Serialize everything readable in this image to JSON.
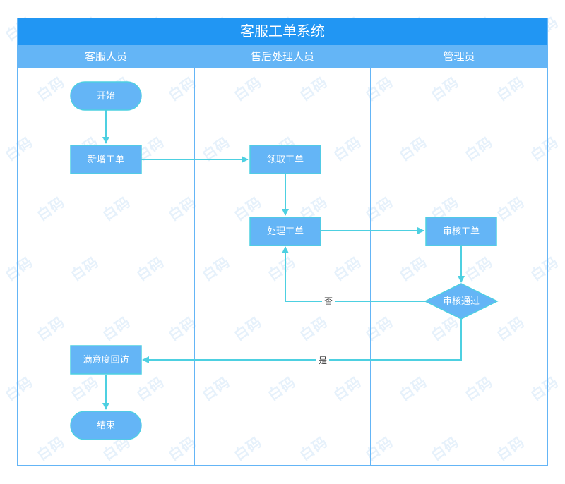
{
  "title": "客服工单系统",
  "watermark": "白码",
  "lanes": [
    "客服人员",
    "售后处理人员",
    "管理员"
  ],
  "nodes": {
    "start": "开始",
    "new_ticket": "新增工单",
    "claim_ticket": "领取工单",
    "process_ticket": "处理工单",
    "review_ticket": "审核工单",
    "review_passed": "审核通过",
    "satisfaction_visit": "满意度回访",
    "end": "结束"
  },
  "edges": {
    "no": "否",
    "yes": "是"
  },
  "colors": {
    "title_bar": "#2196f3",
    "lane_header": "#64b5f6",
    "node_fill": "#64b5f6",
    "node_stroke": "#4dd0e1",
    "edge": "#4dd0e1",
    "border": "#64b5f6"
  }
}
